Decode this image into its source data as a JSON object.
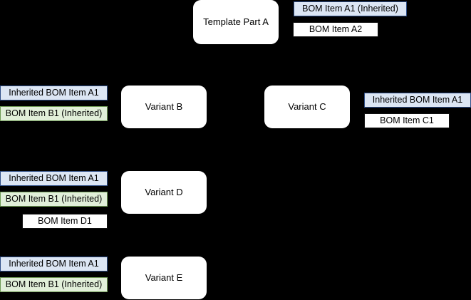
{
  "diagram": {
    "background_color": "#000000",
    "colors": {
      "inherited_from_template_fill": "#dce6f4",
      "inherited_from_template_border": "#2f4e87",
      "inherited_from_variant_fill": "#e1efd9",
      "inherited_from_variant_border": "#6f9b55",
      "local_item_fill": "#ffffff",
      "local_item_border": "#111111",
      "node_fill": "#ffffff",
      "text_color": "#000000"
    },
    "nodes": [
      {
        "id": "template-part-a",
        "label": "Template Part A"
      },
      {
        "id": "variant-b",
        "label": "Variant B"
      },
      {
        "id": "variant-c",
        "label": "Variant C"
      },
      {
        "id": "variant-d",
        "label": "Variant D"
      },
      {
        "id": "variant-e",
        "label": "Variant E"
      }
    ],
    "bom_groups": [
      {
        "owner": "template-part-a",
        "side": "right",
        "items": [
          {
            "label": "BOM Item A1 (Inherited)",
            "kind": "inherited-blue"
          },
          {
            "label": "BOM Item A2",
            "kind": "plain"
          }
        ]
      },
      {
        "owner": "variant-b",
        "side": "left",
        "items": [
          {
            "label": "Inherited BOM Item A1",
            "kind": "inherited-blue"
          },
          {
            "label": "BOM Item B1 (Inherited)",
            "kind": "inherited-green"
          }
        ]
      },
      {
        "owner": "variant-c",
        "side": "right",
        "items": [
          {
            "label": "Inherited BOM Item A1",
            "kind": "inherited-blue"
          },
          {
            "label": "BOM Item C1",
            "kind": "plain"
          }
        ]
      },
      {
        "owner": "variant-d",
        "side": "left",
        "items": [
          {
            "label": "Inherited BOM Item A1",
            "kind": "inherited-blue"
          },
          {
            "label": "BOM Item B1 (Inherited)",
            "kind": "inherited-green"
          },
          {
            "label": "BOM Item D1",
            "kind": "plain"
          }
        ]
      },
      {
        "owner": "variant-e",
        "side": "left",
        "items": [
          {
            "label": "Inherited BOM Item A1",
            "kind": "inherited-blue"
          },
          {
            "label": "BOM Item B1 (Inherited)",
            "kind": "inherited-green"
          }
        ]
      }
    ]
  }
}
